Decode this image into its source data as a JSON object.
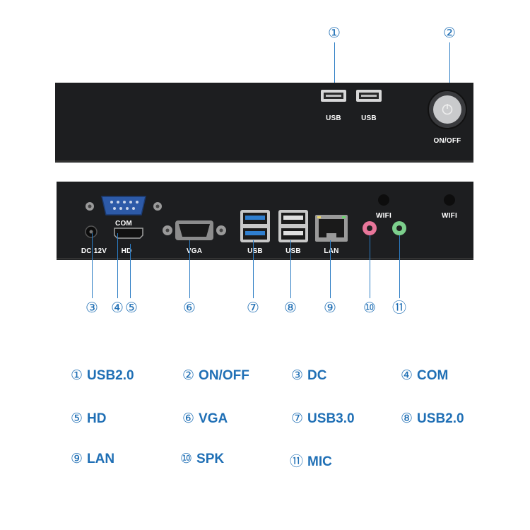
{
  "front": {
    "callouts": [
      "①",
      "②"
    ],
    "ports": {
      "usb1": "USB",
      "usb2": "USB",
      "power": "ON/OFF"
    }
  },
  "rear": {
    "callouts": [
      "③",
      "④",
      "⑤",
      "⑥",
      "⑦",
      "⑧",
      "⑨",
      "⑩",
      "⑪"
    ],
    "ports": {
      "com": "COM",
      "dc": "DC 12V",
      "hd": "HD",
      "vga": "VGA",
      "usb3": "USB",
      "usb2": "USB",
      "lan": "LAN",
      "wifi1": "WIFI",
      "wifi2": "WIFI"
    }
  },
  "legend": [
    {
      "num": "①",
      "label": "USB2.0"
    },
    {
      "num": "②",
      "label": "ON/OFF"
    },
    {
      "num": "③",
      "label": "DC"
    },
    {
      "num": "④",
      "label": "COM"
    },
    {
      "num": "⑤",
      "label": "HD"
    },
    {
      "num": "⑥",
      "label": "VGA"
    },
    {
      "num": "⑦",
      "label": "USB3.0"
    },
    {
      "num": "⑧",
      "label": "USB2.0"
    },
    {
      "num": "⑨",
      "label": "LAN"
    },
    {
      "num": "⑩",
      "label": "SPK"
    },
    {
      "num": "⑪",
      "label": "MIC"
    }
  ],
  "colors": {
    "accent": "#1f6fb5",
    "panel": "#1d1e20",
    "usb3_blue": "#2f7fd0",
    "spk_pink": "#e8769a",
    "mic_green": "#7ccf8c"
  }
}
